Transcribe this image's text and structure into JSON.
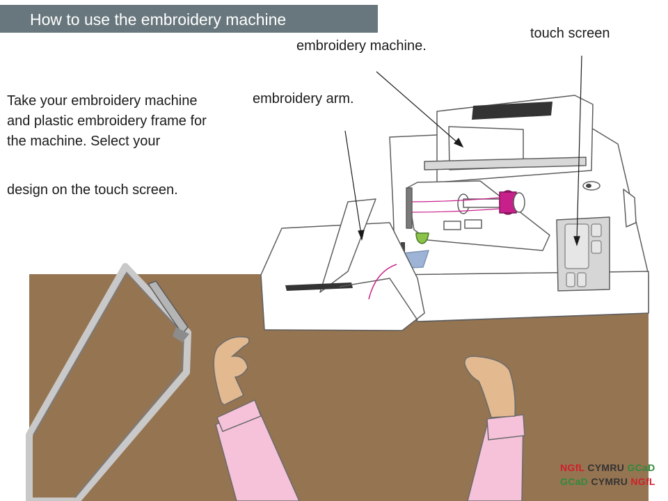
{
  "title": "How to use the embroidery machine",
  "labels": {
    "touch_screen": "touch screen",
    "machine": "embroidery machine.",
    "arm": "embroidery arm."
  },
  "instructions": {
    "line1": "Take your embroidery machine and plastic embroidery frame for the machine. Select your",
    "line2": "design on the touch screen."
  },
  "logo": {
    "line1": [
      "NGfL",
      "CYMRU",
      "GCaD"
    ],
    "line2": [
      "GCaD",
      "CYMRU",
      "NGfL"
    ]
  },
  "colors": {
    "title_bar": "#68777d",
    "table": "#957452",
    "sleeve": "#f6c2d9",
    "skin": "#e3b98f",
    "thread": "#c8208a",
    "logo_red": "#d0202a",
    "logo_green": "#2e8b3c"
  }
}
